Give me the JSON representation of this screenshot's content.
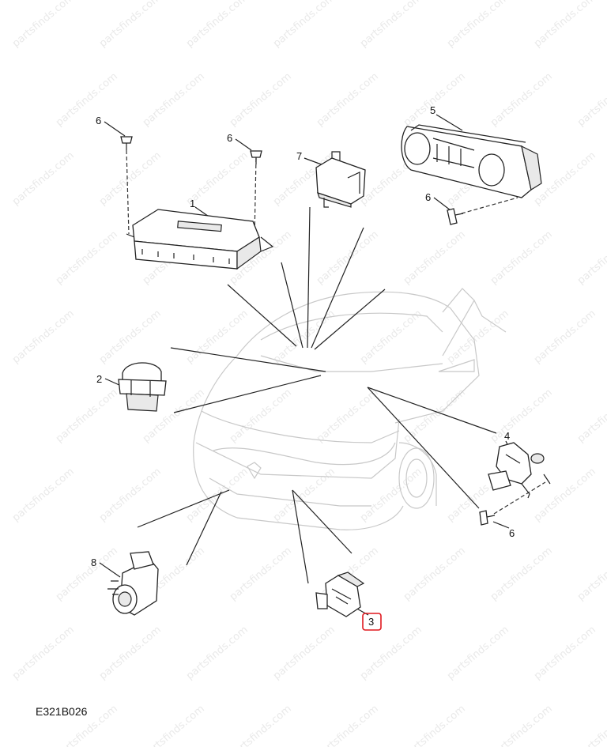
{
  "diagram": {
    "code": "E321B026",
    "watermark": "partsfinds.com",
    "highlighted_callout": "3",
    "highlight_color": "#e0191f",
    "callouts": [
      "1",
      "2",
      "3",
      "4",
      "5",
      "6",
      "6",
      "6",
      "6",
      "7",
      "8"
    ]
  }
}
